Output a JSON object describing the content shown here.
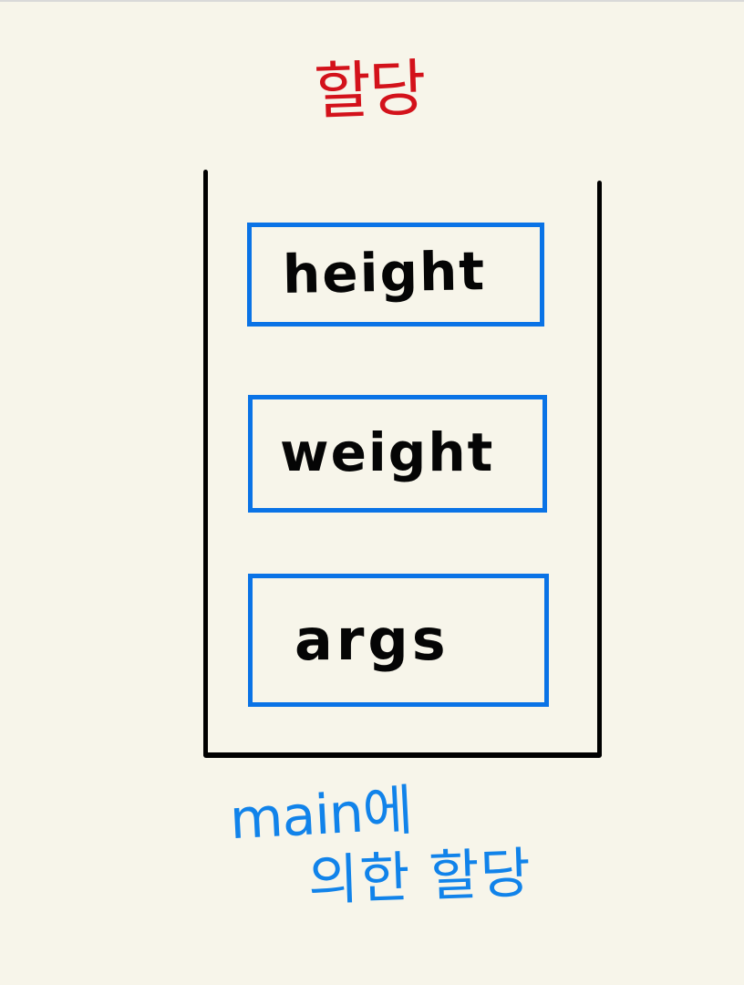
{
  "title": "할당",
  "stack": {
    "items": [
      {
        "label": "height"
      },
      {
        "label": "weight"
      },
      {
        "label": "args"
      }
    ]
  },
  "caption": {
    "line1": "main에",
    "line2": "의한 할당"
  },
  "colors": {
    "background": "#f7f5ea",
    "title": "#d3121b",
    "box_border": "#0a73e6",
    "caption": "#1183ea",
    "stack_lines": "#000000"
  }
}
